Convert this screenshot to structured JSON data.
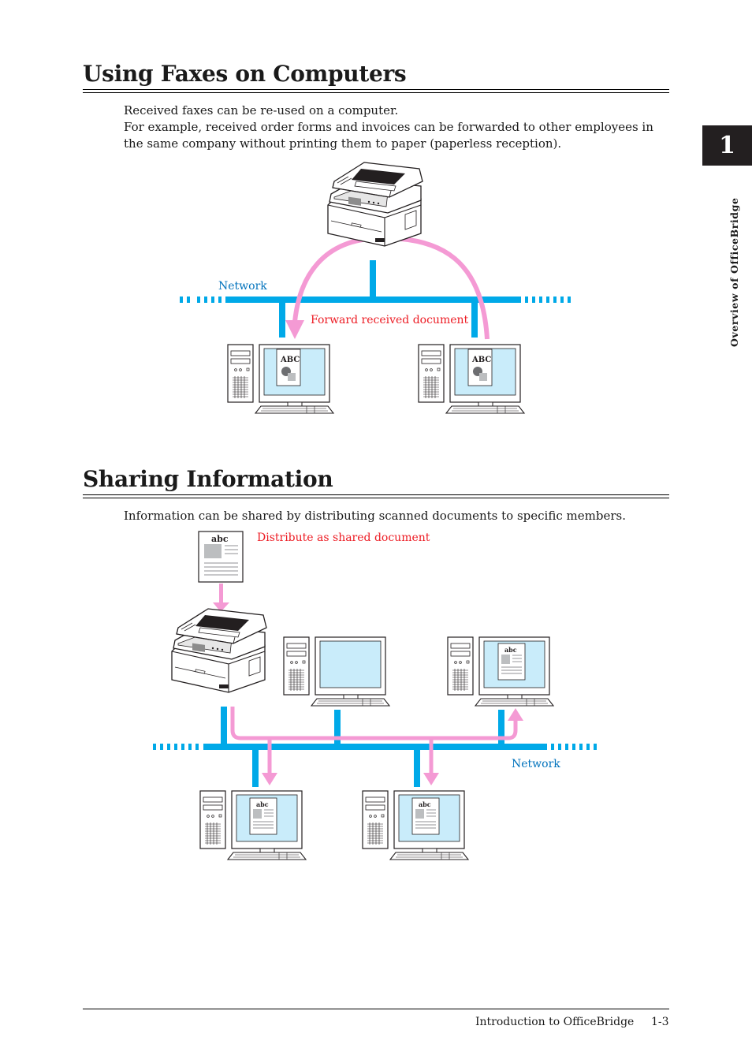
{
  "section1": {
    "title": "Using Faxes on Computers",
    "paragraph_line1": "Received faxes can be re-used on a computer.",
    "paragraph_line2": "For example, received order forms and invoices can be forwarded to other employees in",
    "paragraph_line3": "the same company without printing them to paper (paperless reception).",
    "diagram": {
      "network_label": "Network",
      "arrow_label": "Forward received document",
      "screen_doc_text": "ABC"
    }
  },
  "section2": {
    "title": "Sharing Information",
    "paragraph": "Information can be shared by distributing scanned documents to specific members.",
    "diagram": {
      "arrow_label": "Distribute as shared document",
      "network_label": "Network",
      "doc_text": "abc"
    }
  },
  "chapter": {
    "number": "1",
    "side_title": "Overview of OfficeBridge"
  },
  "footer": {
    "title": "Introduction to OfficeBridge",
    "page": "1-3"
  },
  "colors": {
    "network": "#00a9e8",
    "arrow": "#f49ad4",
    "label_blue": "#0072bc",
    "label_red": "#ed1c24",
    "screen": "#c9ecfa"
  }
}
